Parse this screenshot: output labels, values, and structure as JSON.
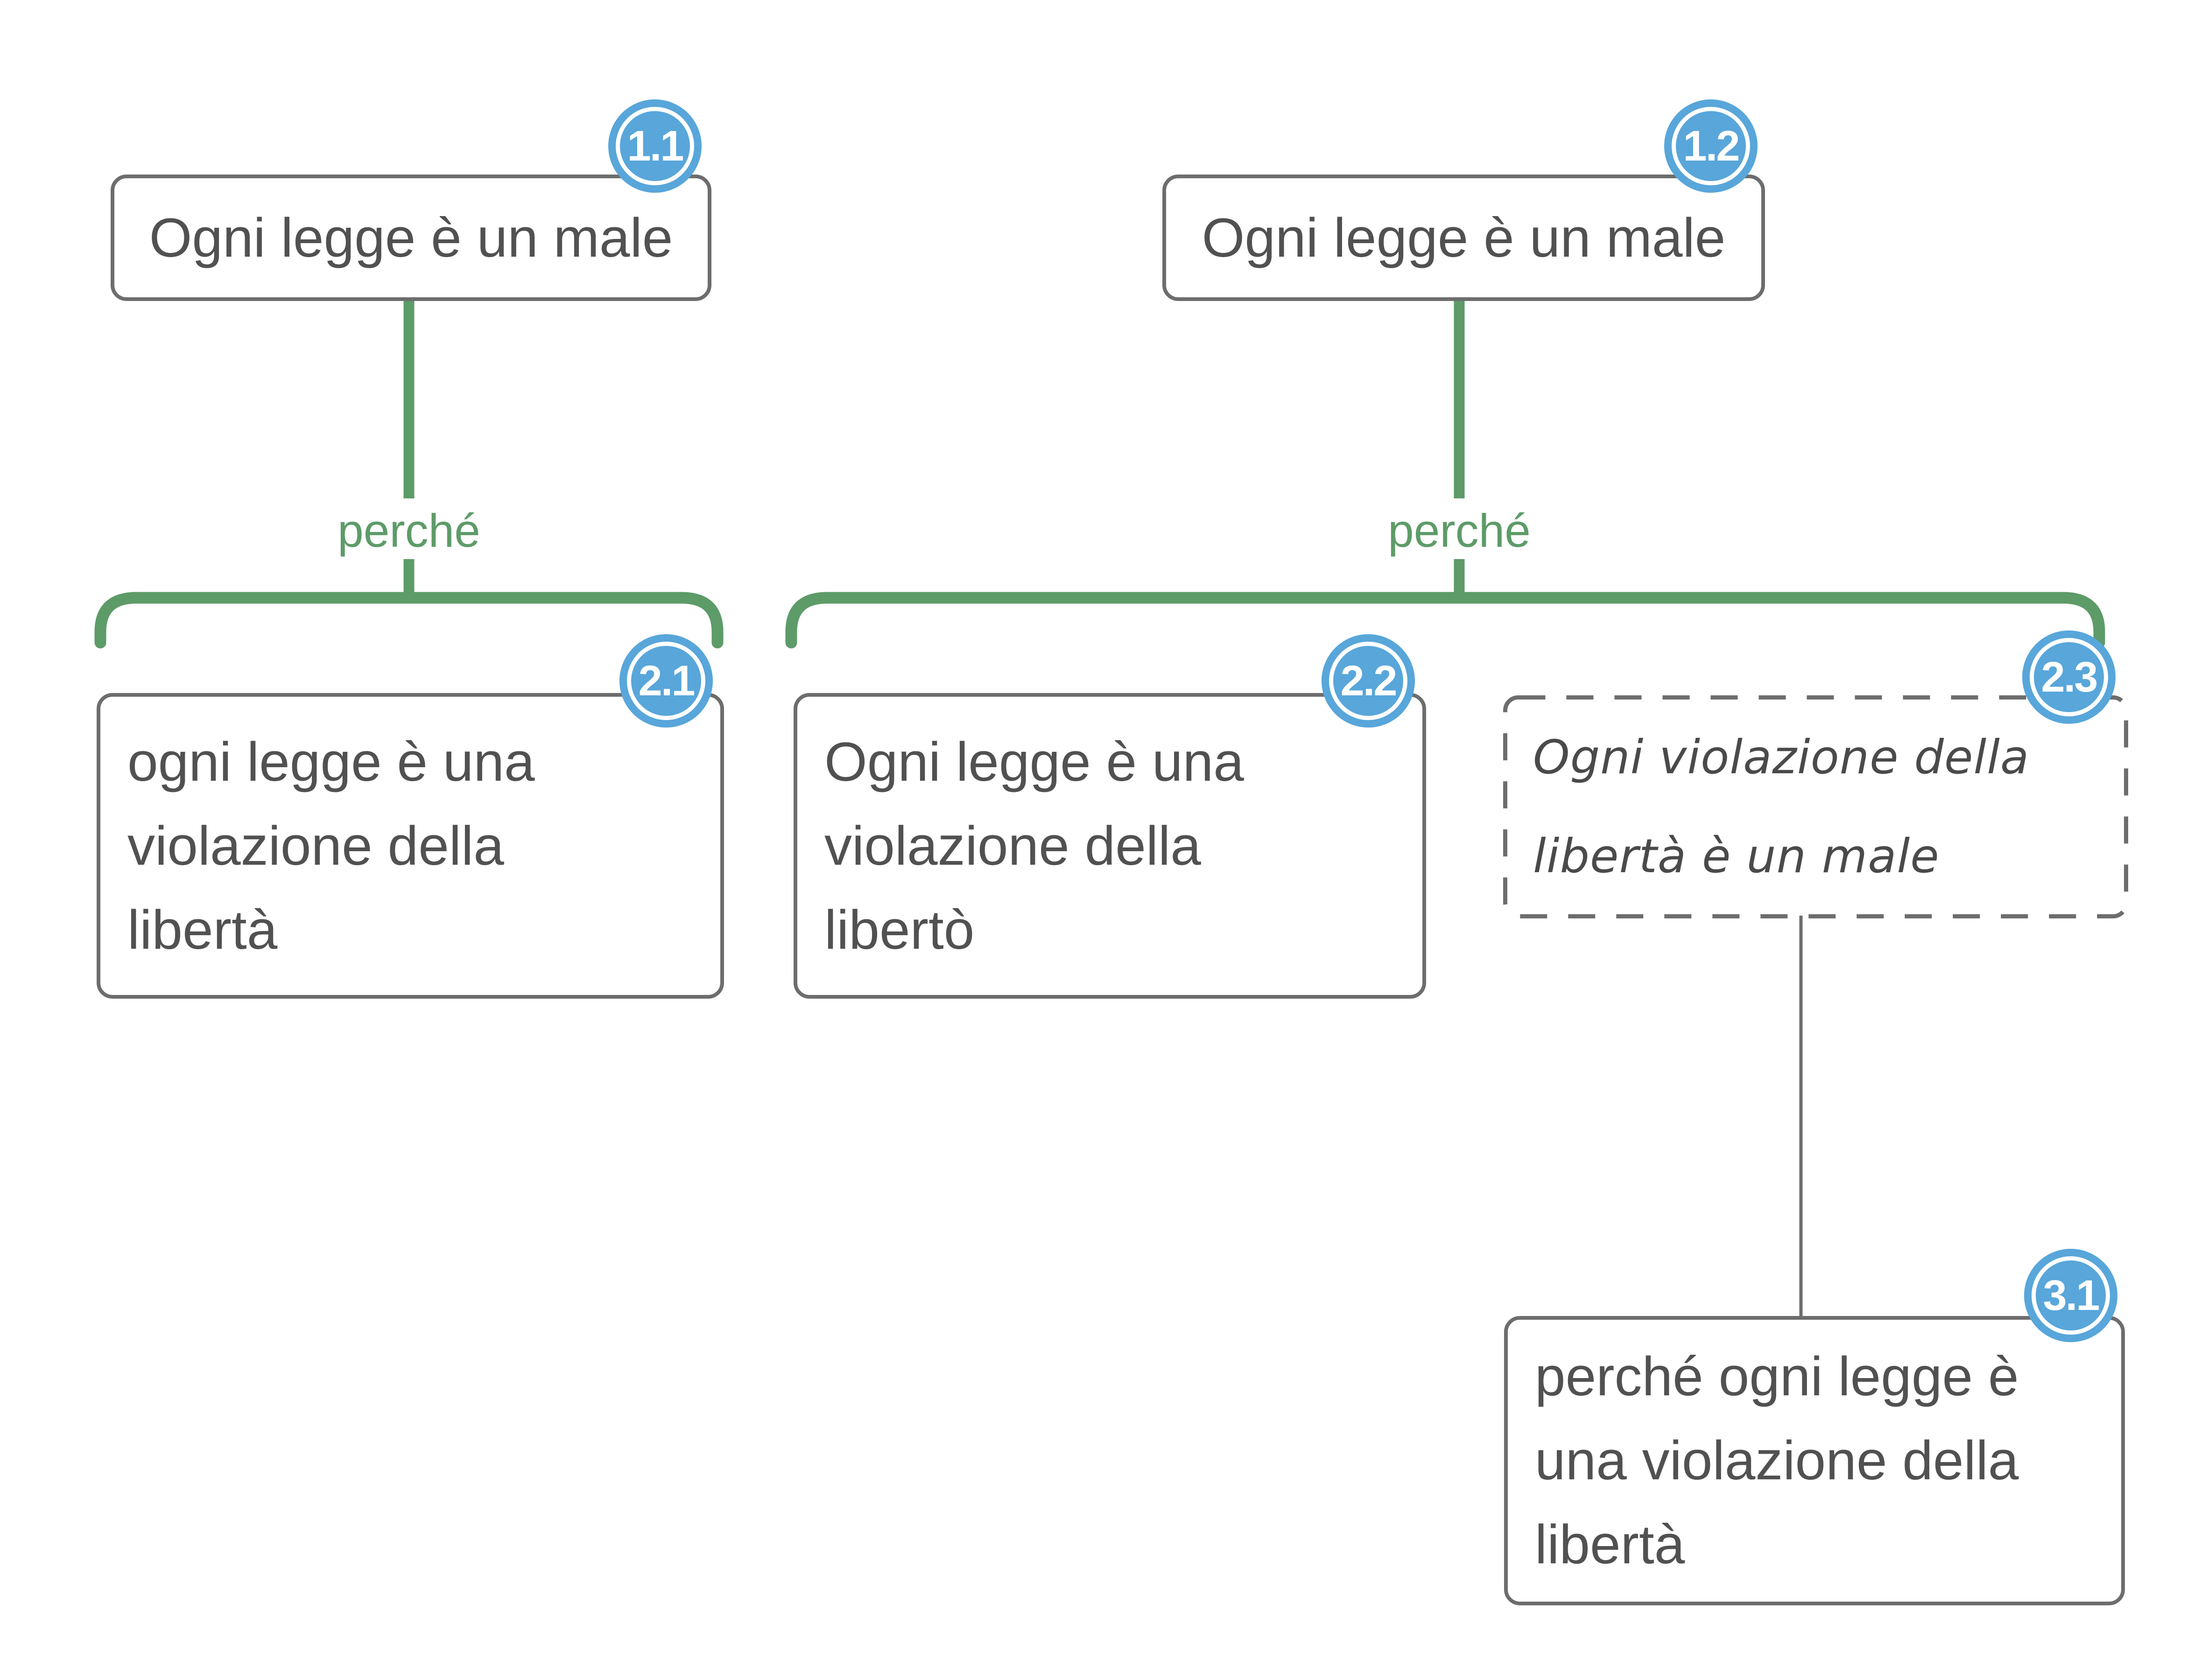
{
  "diagram": {
    "relation_label": "perché",
    "colors": {
      "relation_green": "#5d9b68",
      "badge_blue": "#58a6da",
      "border_gray": "#6d6d6d",
      "text_gray": "#515151"
    },
    "nodes": [
      {
        "id": "1.1",
        "text": "Ogni legge è un male"
      },
      {
        "id": "1.2",
        "text": "Ogni legge è un male"
      },
      {
        "id": "2.1",
        "text": "ogni legge è una\nviolazione della\nlibertà"
      },
      {
        "id": "2.2",
        "text": "Ogni legge è una\nviolazione della\nlibertò"
      },
      {
        "id": "2.3",
        "text": "Ogni violazione della\nlibertà è un male"
      },
      {
        "id": "3.1",
        "text": "perché ogni legge è\nuna violazione della\nlibertà"
      }
    ]
  }
}
